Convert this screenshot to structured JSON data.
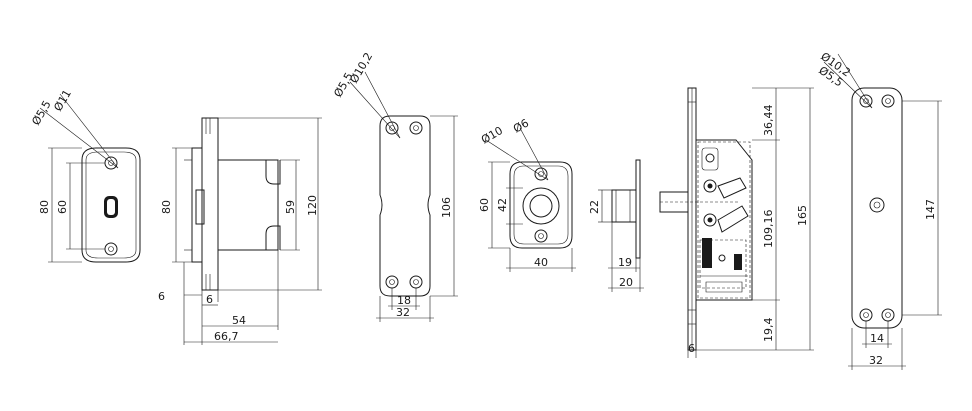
{
  "drawing": {
    "view_front_plate": {
      "d_small": "Ø5,5",
      "d_large": "Ø11",
      "height": "80",
      "hole_pitch": "60"
    },
    "view_side_body": {
      "plate_h": "80",
      "body_h": "59",
      "total_h": "120",
      "t1": "6",
      "t2": "6",
      "depth": "54",
      "total_depth": "66,7"
    },
    "view_strike_plate": {
      "d_large": "Ø10,2",
      "d_small": "Ø5,5",
      "height": "106",
      "pitch": "18",
      "width": "32"
    },
    "view_keeper": {
      "d_large": "Ø10",
      "d_small": "Ø6",
      "height": "60",
      "bore": "42",
      "width": "40"
    },
    "view_bolt": {
      "bolt_h": "22",
      "len1": "19",
      "len2": "20"
    },
    "view_mechanism": {
      "top": "36,44",
      "mid": "109,16",
      "total": "165",
      "bottom": "19,4",
      "thick": "6"
    },
    "view_back_plate": {
      "d_large": "Ø10,2",
      "d_small": "Ø5,5",
      "height": "147",
      "pitch": "14",
      "width": "32"
    }
  }
}
